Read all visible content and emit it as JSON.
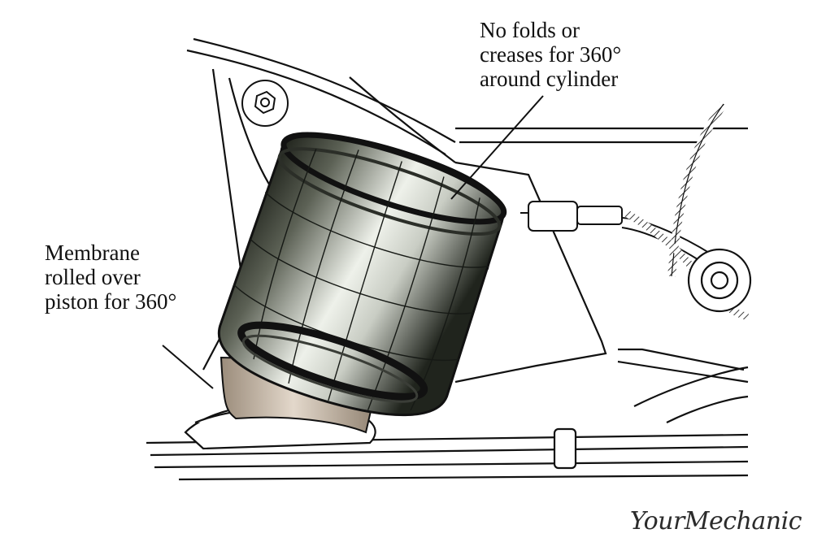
{
  "callouts": {
    "top": {
      "lines": [
        "No folds or",
        "creases for 360°",
        "around cylinder"
      ]
    },
    "left": {
      "lines": [
        "Membrane",
        "rolled over",
        "piston for 360°"
      ]
    }
  },
  "brand": {
    "text": "YourMechanic"
  },
  "colors": {
    "line": "#111111",
    "membrane_light": "#e8ebe4",
    "membrane_dark": "#1e211c",
    "piston": "#c7b8a6",
    "wire_hatch": "#4a4a4a"
  }
}
